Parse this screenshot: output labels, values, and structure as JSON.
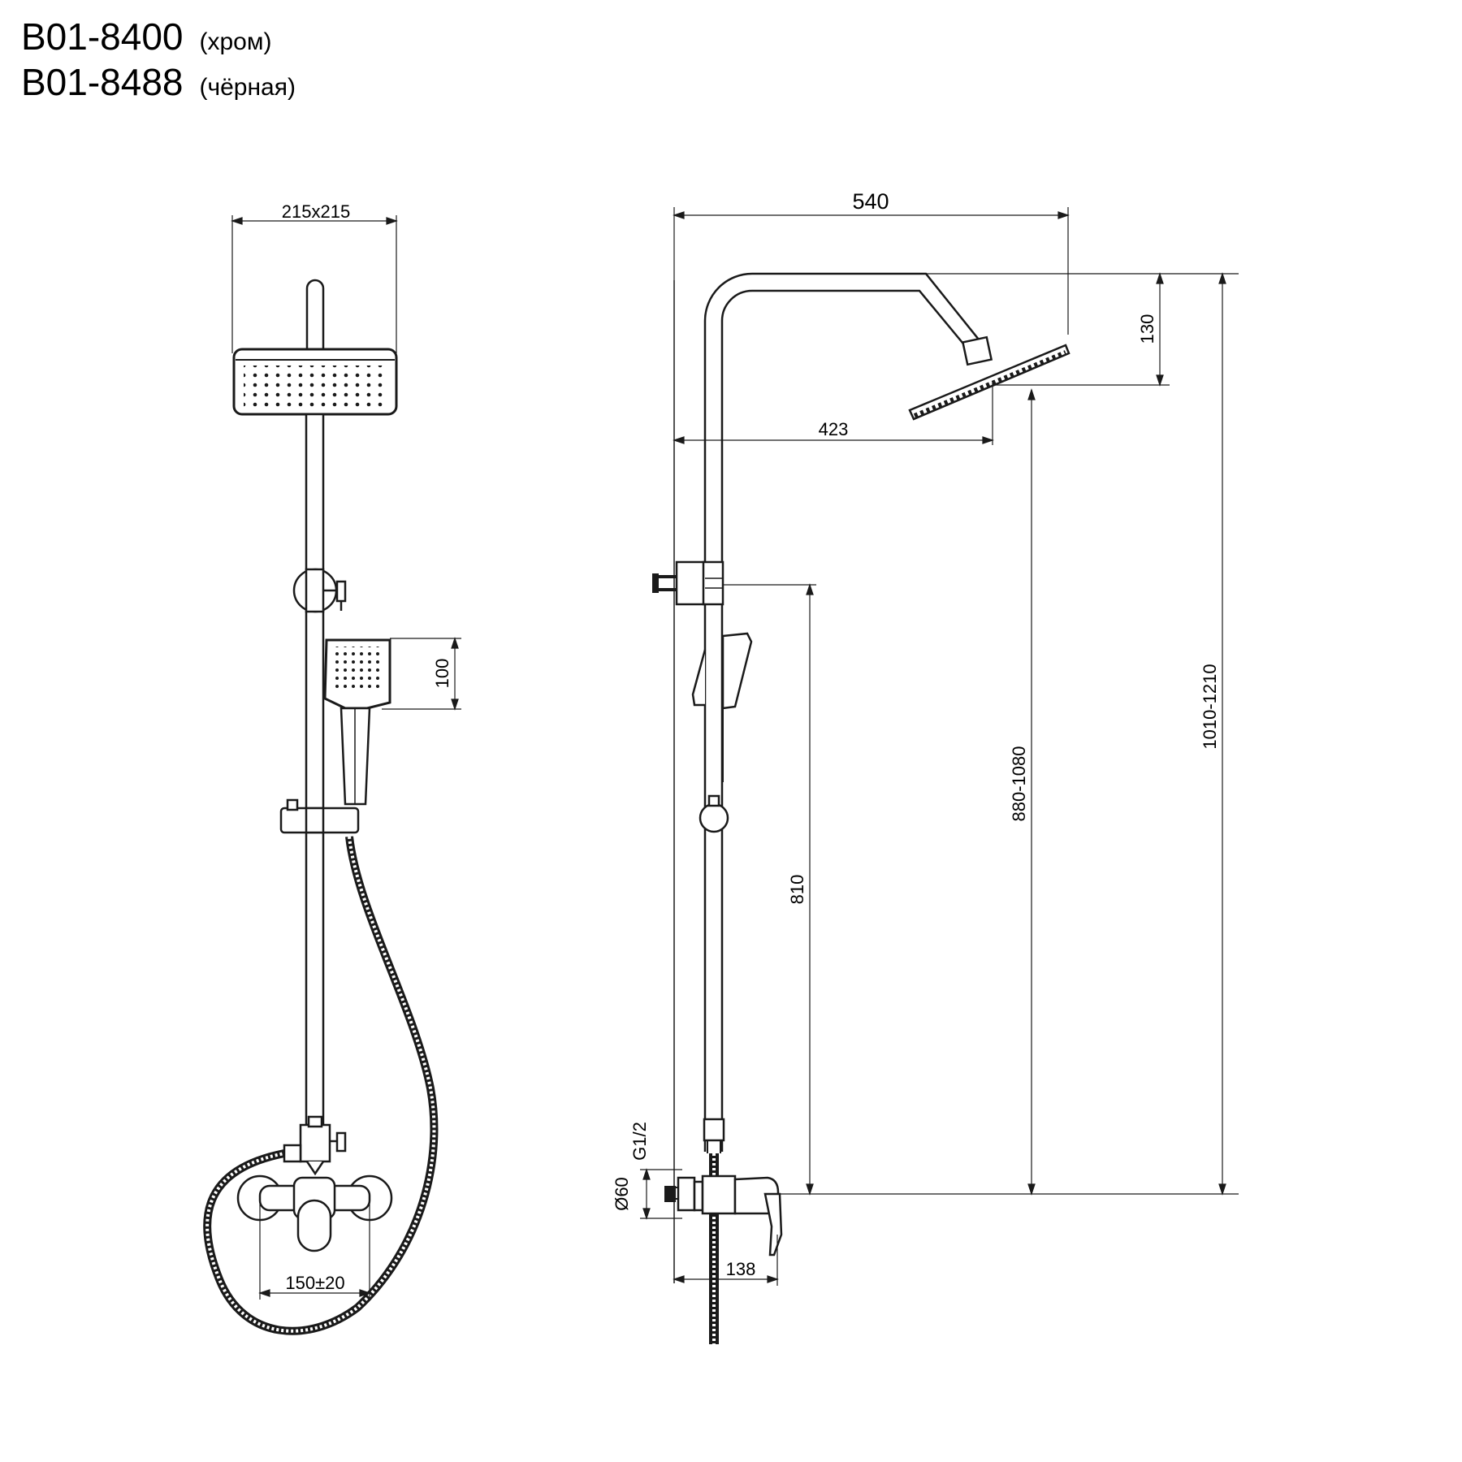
{
  "header": {
    "models": [
      {
        "code": "B01-8400",
        "variant": "(хром)"
      },
      {
        "code": "B01-8488",
        "variant": "(чёрная)"
      }
    ]
  },
  "front_view": {
    "dims": {
      "head_size": "215x215",
      "handshower_height": "100",
      "mixer_spacing": "150±20"
    }
  },
  "side_view": {
    "dims": {
      "arm_length": "540",
      "head_offset": "423",
      "head_drop": "130",
      "total_height": "1010-1210",
      "head_height": "880-1080",
      "diverter_height": "810",
      "thread": "G1/2",
      "flange_diameter": "Ø60",
      "mixer_depth": "138"
    }
  },
  "colors": {
    "line": "#1a1a1a"
  }
}
